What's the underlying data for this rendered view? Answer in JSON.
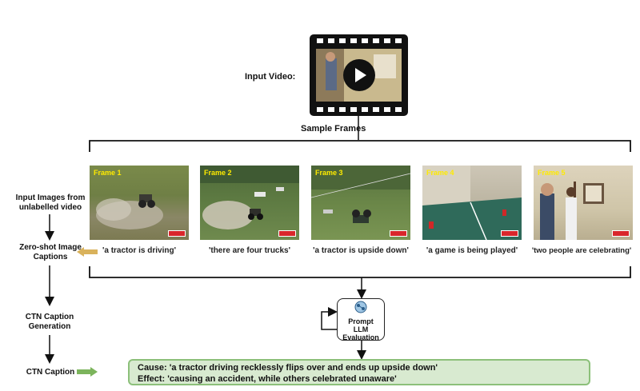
{
  "input_video_label": "Input Video:",
  "sample_frames_label": "Sample Frames",
  "left_labels": {
    "input_images": "Input Images from unlabelled video",
    "zero_shot": "Zero-shot Image Captions",
    "ctn_generation": "CTN Caption Generation",
    "ctn_caption": "CTN Caption"
  },
  "frames": [
    {
      "tag": "Frame 1",
      "caption": "'a tractor is driving'"
    },
    {
      "tag": "Frame 2",
      "caption": "'there are four trucks'"
    },
    {
      "tag": "Frame 3",
      "caption": "'a tractor is upside down'"
    },
    {
      "tag": "Frame 4",
      "caption": "'a game is being played'"
    },
    {
      "tag": "Frame 5",
      "caption": "'two people are celebrating'"
    }
  ],
  "llm": {
    "line1": "Prompt",
    "line2": "LLM",
    "line3": "Evaluation"
  },
  "ctn": {
    "cause": "Cause: 'a tractor driving recklessly flips over and ends up upside down'",
    "effect": "Effect: 'causing an accident, while others celebrated unaware'"
  },
  "colors": {
    "yellow_arrow": "#d9b25c",
    "green_arrow": "#7cb45c",
    "ctn_fill": "#d8ead0",
    "ctn_border": "#8cc07a"
  }
}
